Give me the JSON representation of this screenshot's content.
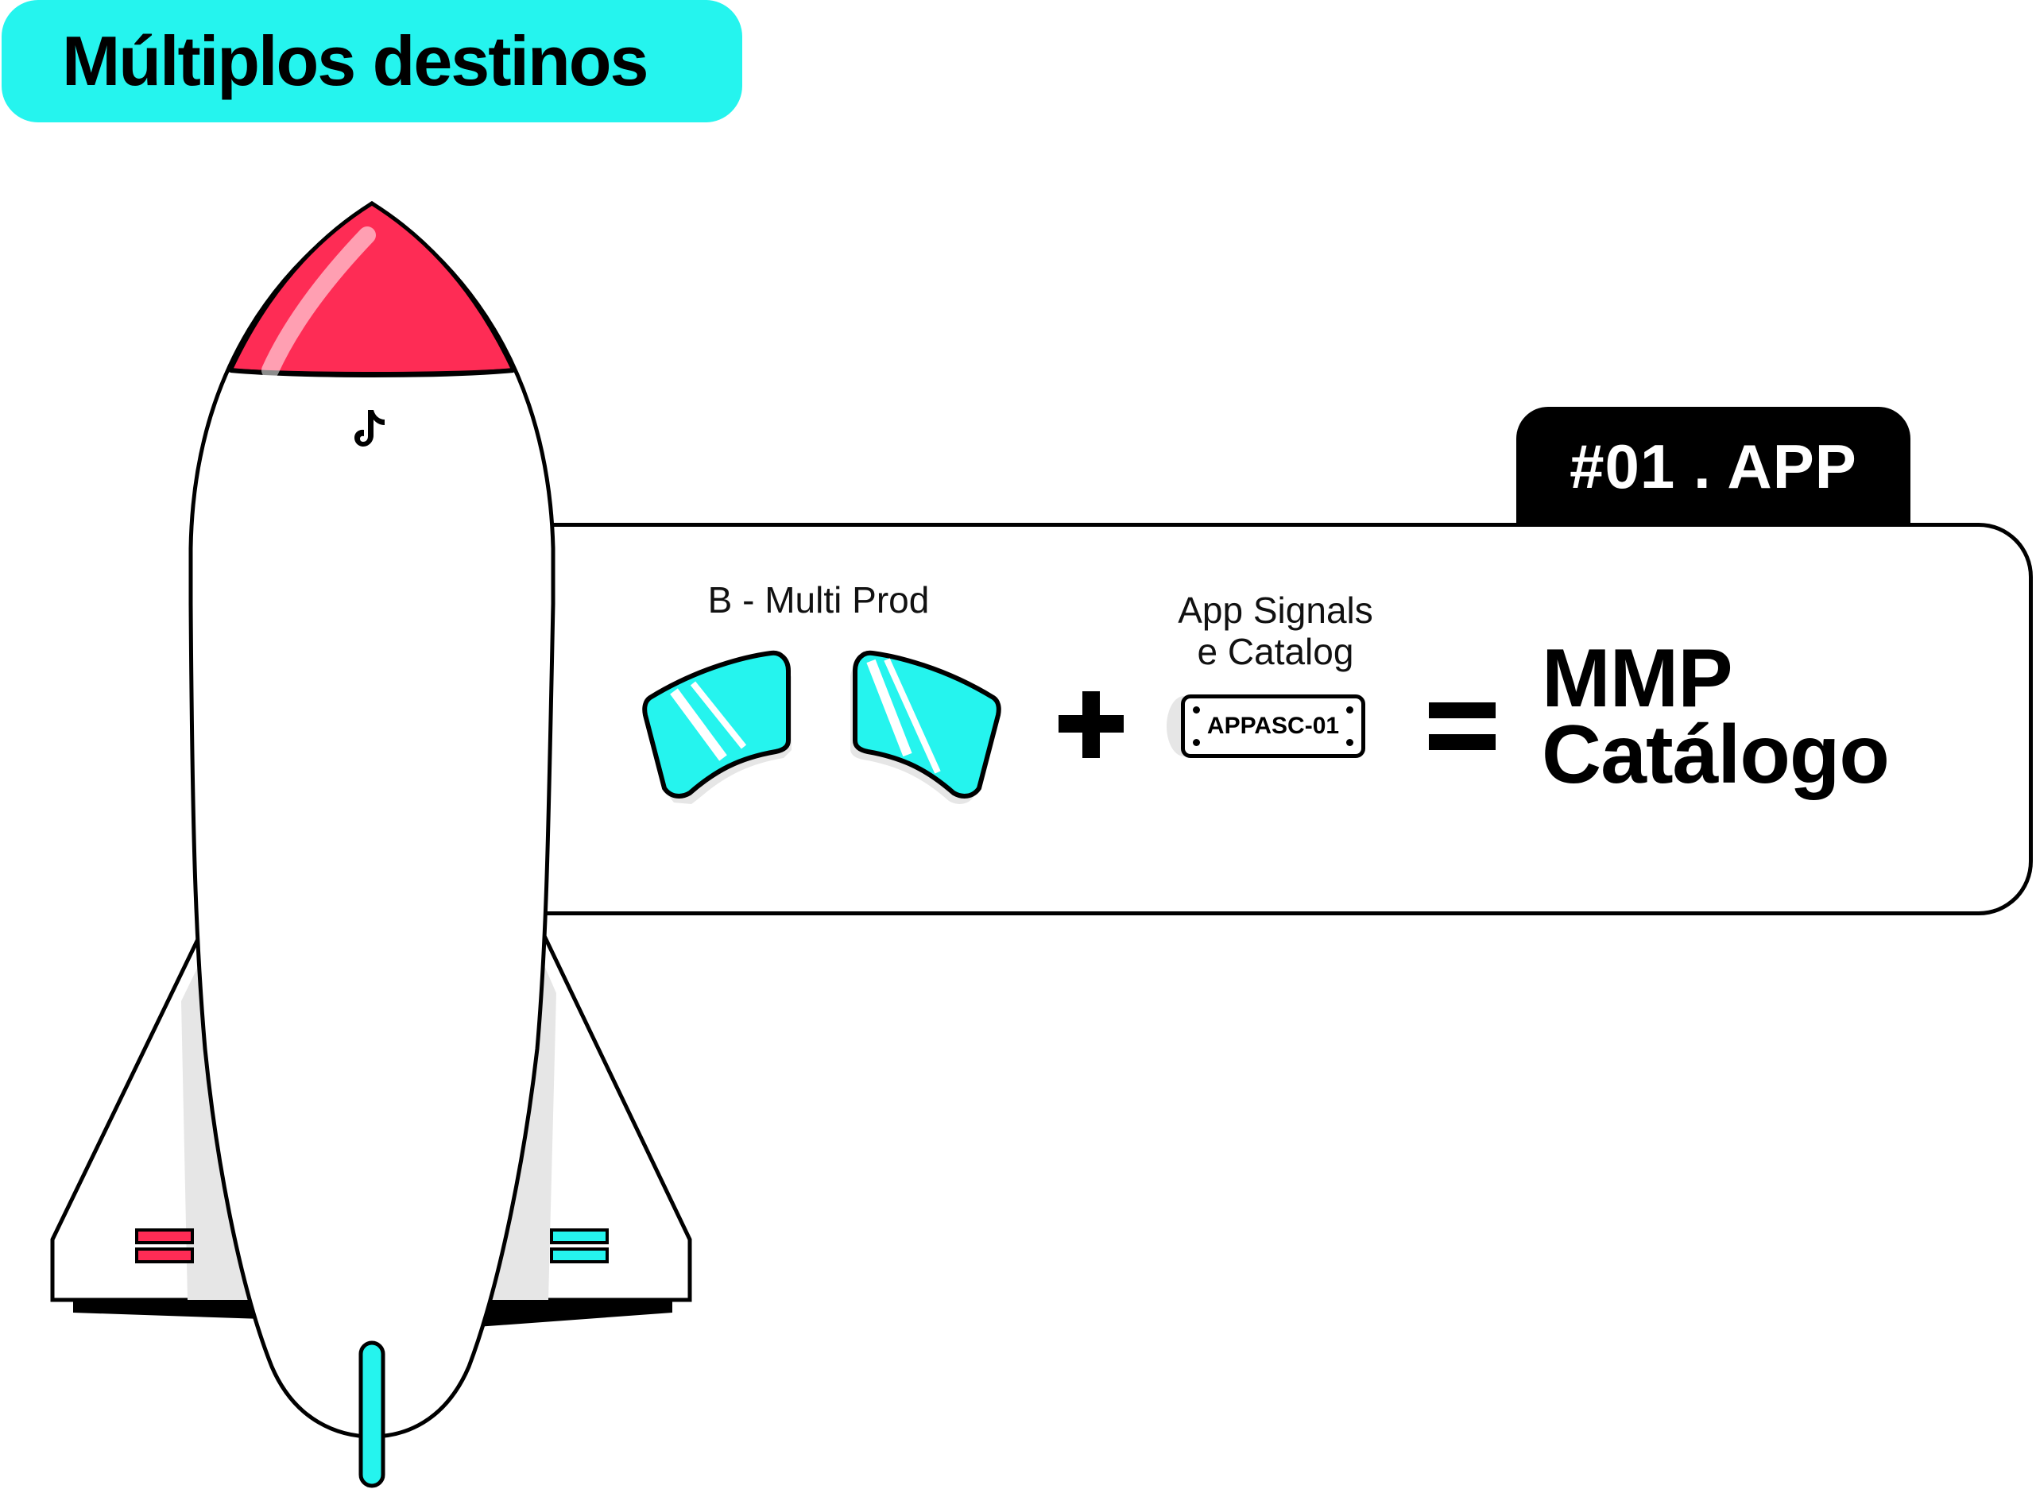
{
  "title": "Múltiplos destinos",
  "card": {
    "tab_label": "#01 . APP",
    "product_label": "B - Multi Prod",
    "signals_label_line1": "App Signals",
    "signals_label_line2": "e Catalog",
    "plate_code": "APPASC-01",
    "result_line1": "MMP",
    "result_line2": "Catálogo"
  },
  "colors": {
    "cyan": "#25f4ee",
    "red": "#fe2c55",
    "black": "#000000",
    "shadow": "#e6e6e6"
  },
  "icons": [
    "tiktok-logo-icon",
    "plus-icon",
    "equals-icon",
    "window-icon"
  ]
}
